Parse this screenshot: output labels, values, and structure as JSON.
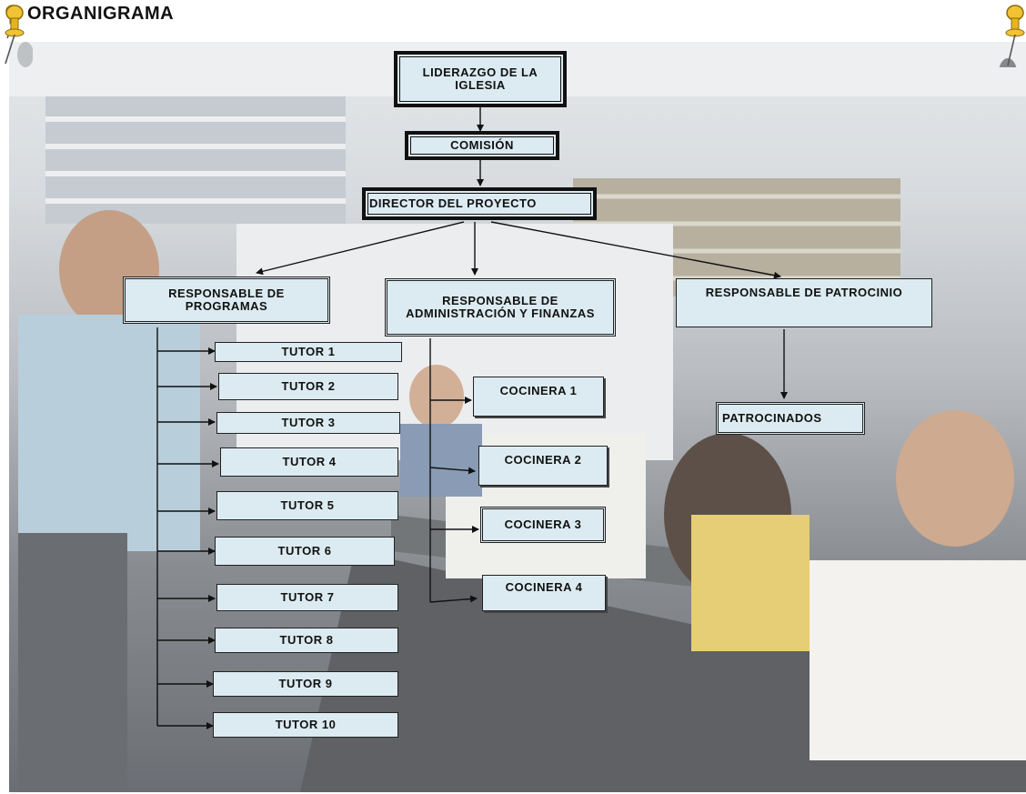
{
  "title": "ORGANIGRAMA",
  "nodes": {
    "liderazgo": "LIDERAZGO DE LA IGLESIA",
    "comision": "COMISIÓN",
    "director": "DIRECTOR DEL PROYECTO",
    "resp_programas": "RESPONSABLE DE PROGRAMAS",
    "resp_admin": "RESPONSABLE DE ADMINISTRACIÓN Y FINANZAS",
    "resp_patrocinio": "RESPONSABLE DE PATROCINIO",
    "patrocinados": "PATROCINADOS",
    "tutors": [
      "TUTOR 1",
      "TUTOR 2",
      "TUTOR 3",
      "TUTOR 4",
      "TUTOR 5",
      "TUTOR 6",
      "TUTOR 7",
      "TUTOR 8",
      "TUTOR 9",
      "TUTOR 10"
    ],
    "cocineras": [
      "COCINERA 1",
      "COCINERA 2",
      "COCINERA 3",
      "COCINERA 4"
    ]
  },
  "icons": [
    "pushpin-icon"
  ]
}
